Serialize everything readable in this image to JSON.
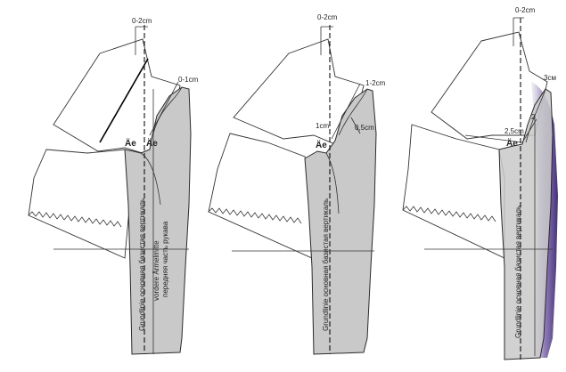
{
  "panels": [
    {
      "top_offset": "0-2cm",
      "seam_offset": "0-1cm",
      "armhole_left": "Äe",
      "armhole_right": "Äe",
      "vertical_label_1": "Grundlinie   основная базистая вертикаль",
      "vertical_label_2": "vordere Ärmelmitte",
      "vertical_label_3": "передняя часть рукава"
    },
    {
      "top_offset": "0-2cm",
      "seam_offset": "1-2cm",
      "offset_small": "1cm",
      "offset_half": "0,5cm",
      "armhole": "Äe",
      "vertical_label_1": "Grundlinie   основная базистая вертикаль"
    },
    {
      "top_offset": "0-2cm",
      "seam_offset": "3см",
      "offset_small": "2,5cm",
      "offset_num": "2",
      "armhole": "Äe",
      "vertical_label_1": "Grundlinie   основная базистая вертикаль"
    }
  ],
  "colors": {
    "sleeve_fill": "#c9c9c9",
    "dye_purple": "#5a3d8a"
  }
}
